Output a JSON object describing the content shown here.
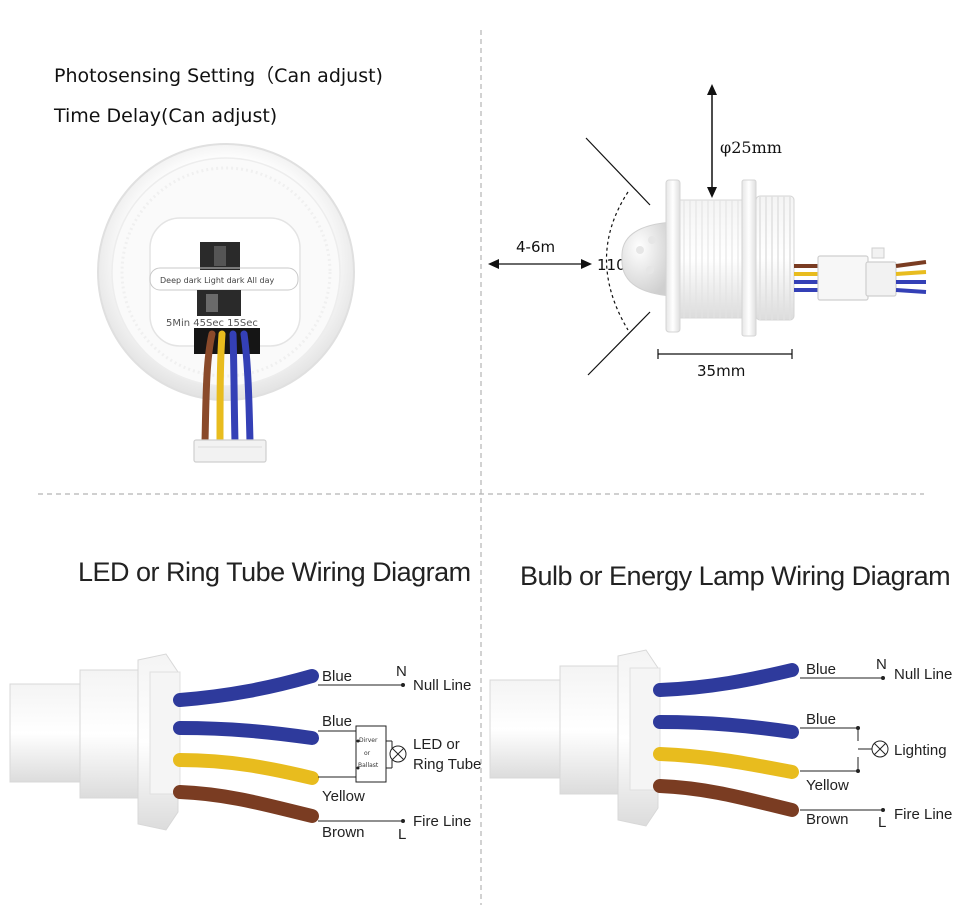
{
  "top_left": {
    "line1": "Photosensing Setting（Can adjust)",
    "line2": "Time Delay(Can adjust)",
    "light_dial": "Deep dark Light dark All day",
    "time_dial": "5Min 45Sec 15Sec"
  },
  "top_right": {
    "diameter": "φ25mm",
    "range": "4-6m",
    "angle": "110°",
    "length": "35mm"
  },
  "led_panel": {
    "title": "LED or Ring Tube Wiring Diagram",
    "wire1": "Blue",
    "wire2": "Blue",
    "wire3": "Yellow",
    "wire4": "Brown",
    "n_marker": "N",
    "l_marker": "L",
    "null_line": "Null Line",
    "fire_line": "Fire Line",
    "driver_1": "Dirver",
    "driver_2": "or",
    "driver_3": "Ballast",
    "load_1": "LED or",
    "load_2": "Ring Tube"
  },
  "bulb_panel": {
    "title": "Bulb or Energy Lamp Wiring Diagram",
    "wire1": "Blue",
    "wire2": "Blue",
    "wire3": "Yellow",
    "wire4": "Brown",
    "n_marker": "N",
    "l_marker": "L",
    "null_line": "Null Line",
    "fire_line": "Fire Line",
    "load": "Lighting"
  },
  "colors": {
    "blue_wire": "#2e3a9c",
    "yellow_wire": "#e8bc1e",
    "brown_wire": "#7a3c22",
    "divider": "#b4b4b4"
  }
}
